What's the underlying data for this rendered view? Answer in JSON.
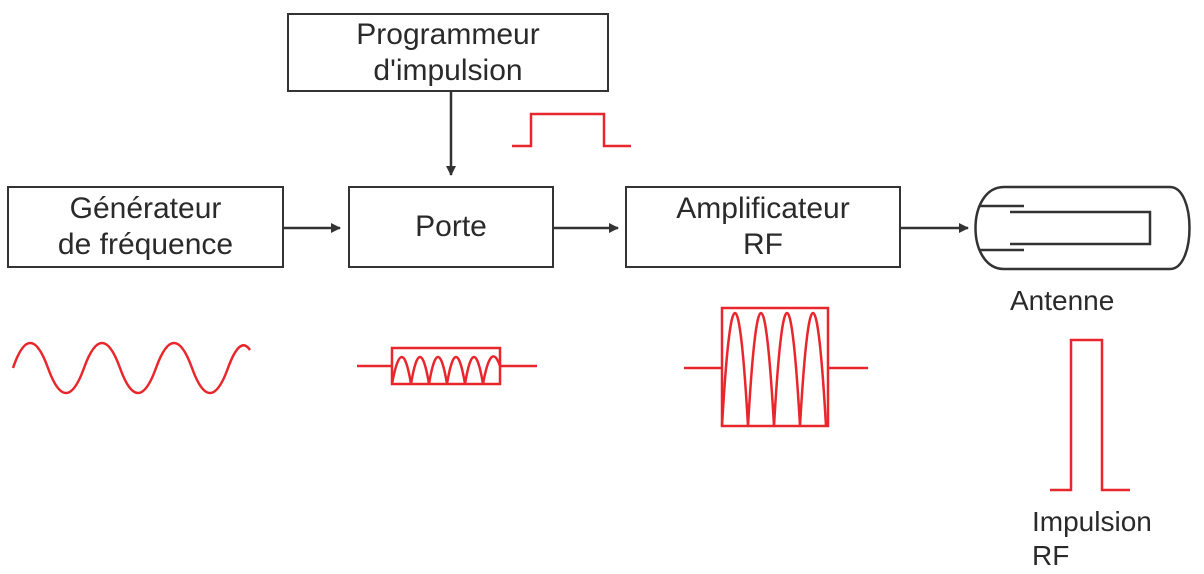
{
  "blocks": {
    "programmer": {
      "line1": "Programmeur",
      "line2": "d'impulsion"
    },
    "generator": {
      "line1": "Générateur",
      "line2": "de fréquence"
    },
    "gate": {
      "line1": "Porte"
    },
    "amplifier": {
      "line1": "Amplificateur",
      "line2": "RF"
    }
  },
  "antenna_label": "Antenne",
  "output_label": {
    "line1": "Impulsion",
    "line2": "RF"
  },
  "colors": {
    "signal": "#e8262b",
    "block": "#333333",
    "text": "#2a2a2a"
  }
}
